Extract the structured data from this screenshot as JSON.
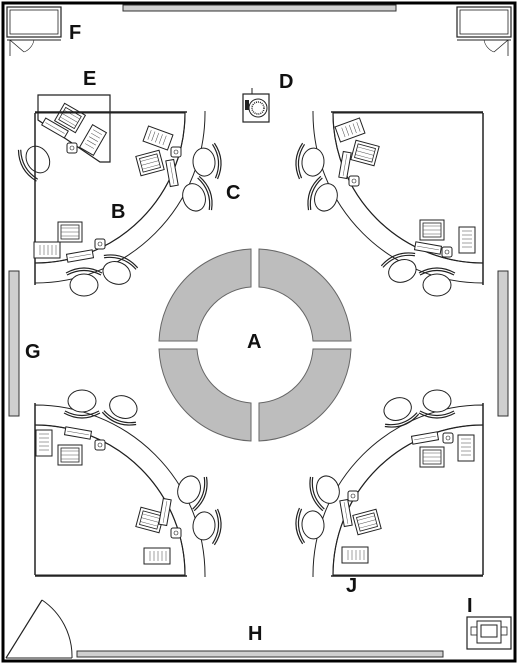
{
  "labels": {
    "a": "A",
    "b": "B",
    "c": "C",
    "d": "D",
    "e": "E",
    "f": "F",
    "g": "G",
    "h": "H",
    "i": "I",
    "j": "J"
  },
  "colors": {
    "wall": "#000000",
    "line": "#222222",
    "window": "#cfcfcf",
    "table_fill": "#bdbdbd",
    "furniture": "#ffffff"
  }
}
